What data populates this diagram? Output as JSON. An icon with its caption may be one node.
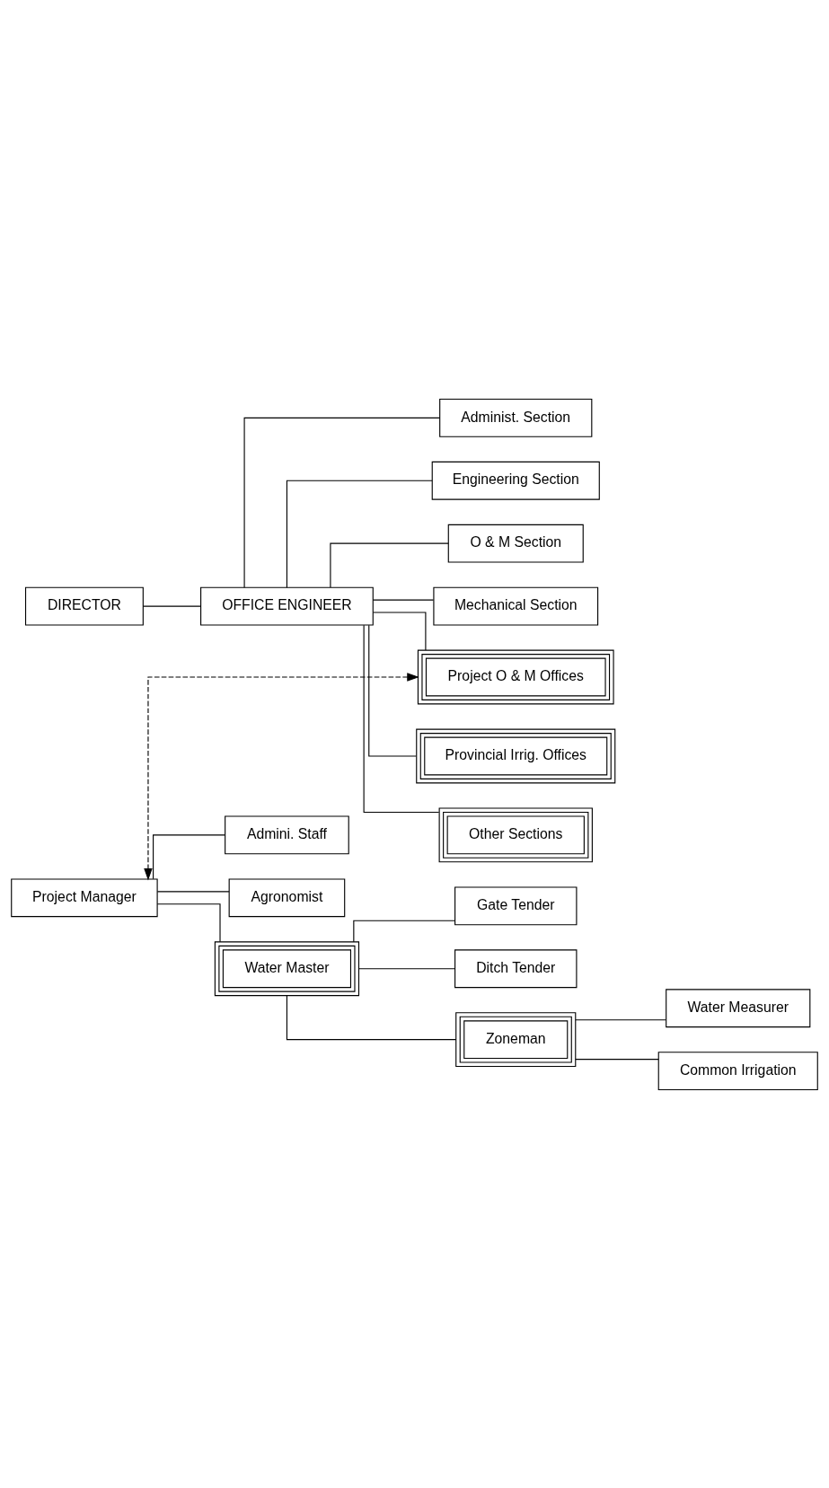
{
  "diagram": {
    "nodes": [
      {
        "text": [
          "DIRECTOR"
        ]
      },
      {
        "text": [
          "OFFICE ENGINEER"
        ]
      },
      {
        "text": [
          "Administ. Section"
        ]
      },
      {
        "text": [
          "Engineering Section"
        ]
      },
      {
        "text": [
          "O & M Section"
        ]
      },
      {
        "text": [
          "Mechanical Section"
        ]
      },
      {
        "text": [
          "Project O & M Offices"
        ]
      },
      {
        "text": [
          "Provincial Irrig. Offices"
        ]
      },
      {
        "text": [
          "Other Sections"
        ]
      },
      {
        "text": [
          "Project Manager"
        ]
      },
      {
        "text": [
          "Admini. Staff"
        ]
      },
      {
        "text": [
          "Agronomist"
        ]
      },
      {
        "text": [
          "Water Master"
        ]
      },
      {
        "text": [
          "Gate Tender"
        ]
      },
      {
        "text": [
          "Ditch Tender"
        ]
      },
      {
        "text": [
          "Zoneman"
        ]
      },
      {
        "text": [
          "Water Measurer"
        ]
      },
      {
        "text": [
          "Common Irrigation"
        ]
      }
    ],
    "edges": [
      {
        "from": 0,
        "to": 1,
        "arrow": "none"
      },
      {
        "from": 1,
        "to": 2,
        "arrow": "none"
      },
      {
        "from": 1,
        "to": 3,
        "arrow": "none"
      },
      {
        "from": 1,
        "to": 4,
        "arrow": "none"
      },
      {
        "from": 1,
        "to": 5,
        "arrow": "none"
      },
      {
        "from": 1,
        "to": 6,
        "arrow": "none"
      },
      {
        "from": 1,
        "to": 7,
        "arrow": "none"
      },
      {
        "from": 1,
        "to": 8,
        "arrow": "none"
      },
      {
        "from": 6,
        "to": 9,
        "arrow": "both",
        "style": "dashed"
      },
      {
        "from": 9,
        "to": 10,
        "arrow": "none"
      },
      {
        "from": 9,
        "to": 11,
        "arrow": "none"
      },
      {
        "from": 9,
        "to": 12,
        "arrow": "none"
      },
      {
        "from": 12,
        "to": 13,
        "arrow": "none"
      },
      {
        "from": 12,
        "to": 14,
        "arrow": "none"
      },
      {
        "from": 12,
        "to": 15,
        "arrow": "none"
      },
      {
        "from": 15,
        "to": 16,
        "arrow": "none"
      },
      {
        "from": 15,
        "to": 17,
        "arrow": "none"
      }
    ]
  }
}
